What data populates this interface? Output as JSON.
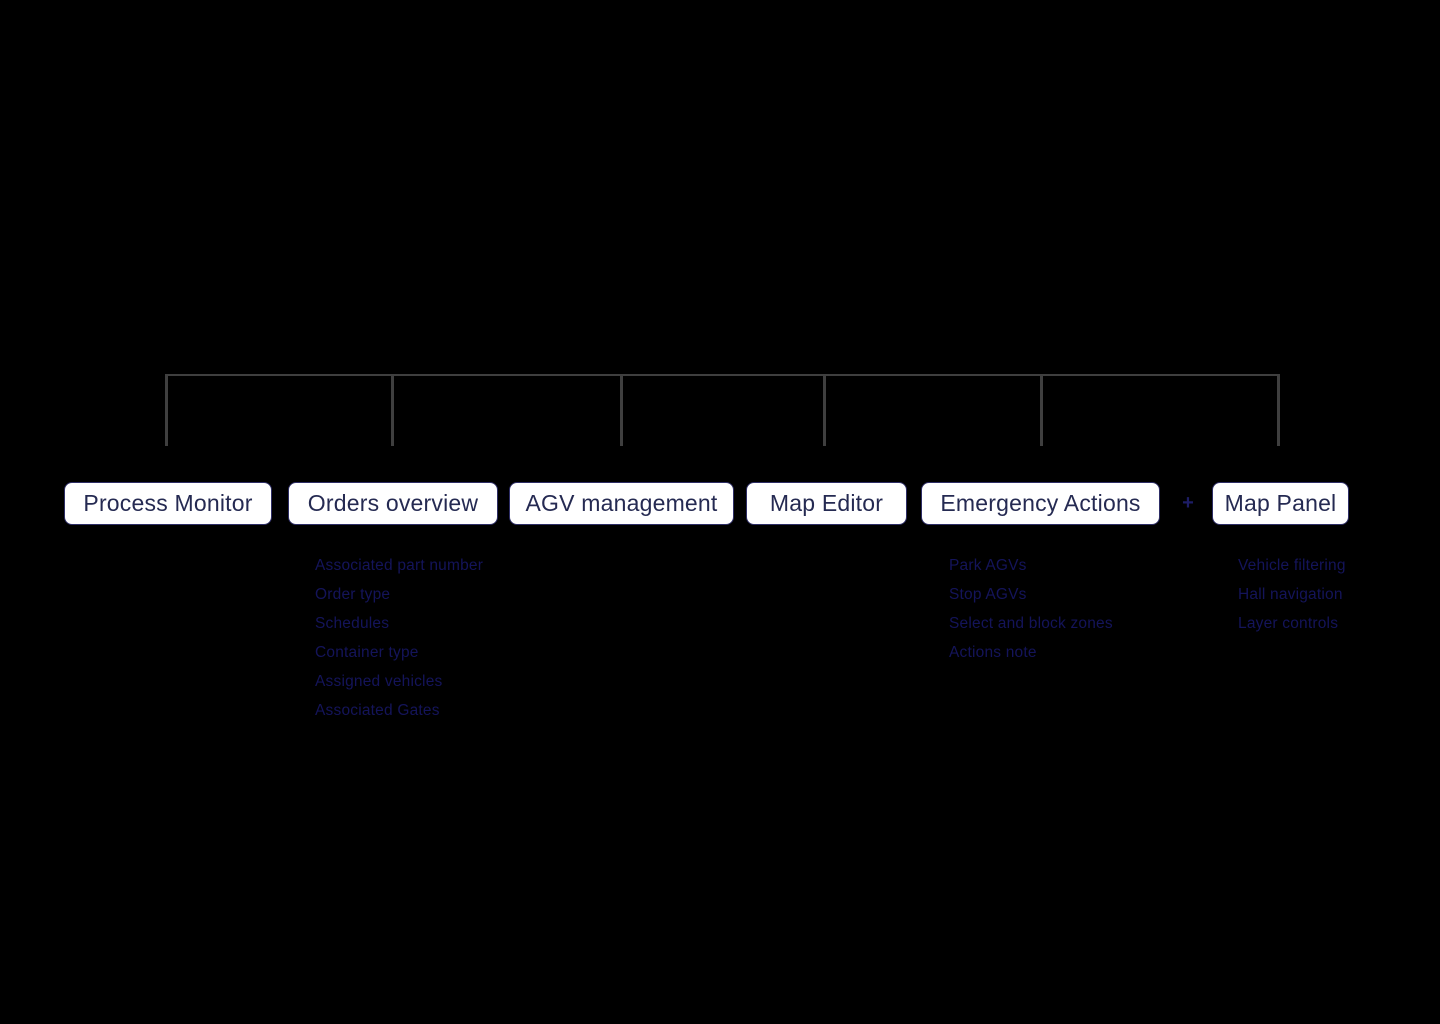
{
  "diagram": {
    "background_color": "#000000",
    "connector_color": "#3f3f3f",
    "node_fill_color": "#ffffff",
    "node_border_color": "#2e2e66",
    "node_text_color": "#252a52",
    "sublist_text_color": "#14145a",
    "plus_label": "+",
    "nodes": [
      {
        "label": "Process Monitor",
        "children": []
      },
      {
        "label": "Orders overview",
        "children": [
          "Associated part number",
          "Order type",
          "Schedules",
          "Container type",
          "Assigned vehicles",
          "Associated Gates"
        ]
      },
      {
        "label": "AGV management",
        "children": []
      },
      {
        "label": "Map Editor",
        "children": []
      },
      {
        "label": "Emergency Actions",
        "children": [
          "Park AGVs",
          "Stop AGVs",
          "Select and block zones",
          "Actions note"
        ]
      },
      {
        "label": "Map Panel",
        "children": [
          "Vehicle filtering",
          "Hall navigation",
          "Layer controls"
        ]
      }
    ]
  }
}
